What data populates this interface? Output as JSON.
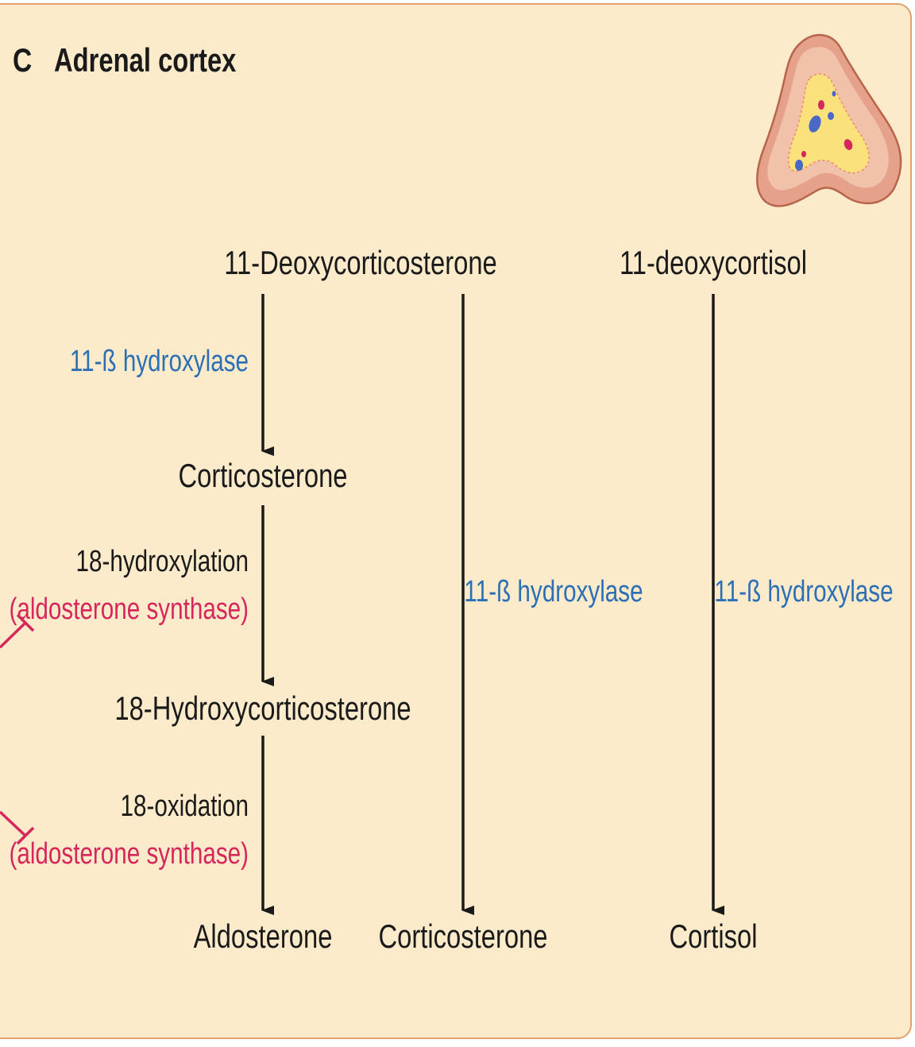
{
  "panel": {
    "letter": "C",
    "title": "Adrenal cortex",
    "background": "#fcebcb",
    "border_color": "#e4a06a"
  },
  "gland_icon": "adrenal-gland-cross-section-illustration",
  "compounds": {
    "deoxycorticosterone": "11-Deoxycorticosterone",
    "deoxycortisol": "11-deoxycortisol",
    "corticosterone_mid": "Corticosterone",
    "hydroxycorticosterone": "18-Hydroxycorticosterone",
    "aldosterone": "Aldosterone",
    "corticosterone_end": "Corticosterone",
    "cortisol": "Cortisol"
  },
  "enzymes": {
    "hydroxylase_left": "11-ß hydroxylase",
    "hydroxylation": "18-hydroxylation",
    "aldo_synthase_1": "(aldosterone synthase)",
    "oxidation": "18-oxidation",
    "aldo_synthase_2": "(aldosterone synthase)",
    "hydroxylase_mid": "11-ß hydroxylase",
    "hydroxylase_right": "11-ß hydroxylase"
  },
  "colors": {
    "enzyme_blue": "#2d6fb4",
    "inhibitor_red": "#d6265b",
    "text": "#1a1a1a"
  }
}
